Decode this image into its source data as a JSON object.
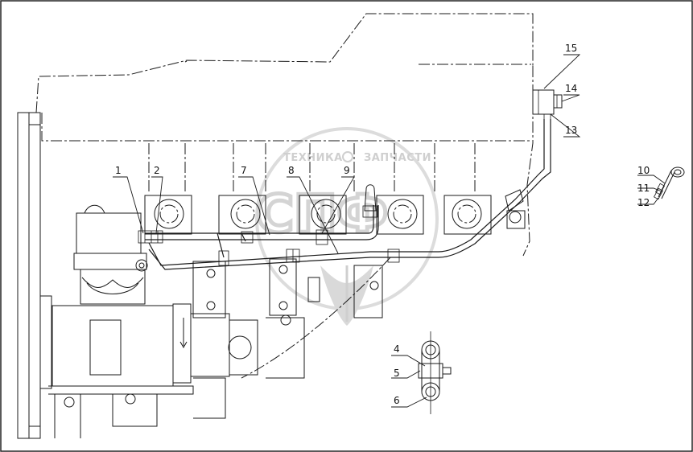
{
  "diagram": {
    "callouts": [
      "1",
      "2",
      "7",
      "8",
      "9",
      "15",
      "14",
      "13",
      "10",
      "11",
      "12",
      "4",
      "5",
      "6"
    ]
  },
  "watermark": {
    "text_left": "ТЕХНИКА",
    "text_right": "ЗАПЧАСТИ",
    "logo_letters": "СПФ"
  }
}
